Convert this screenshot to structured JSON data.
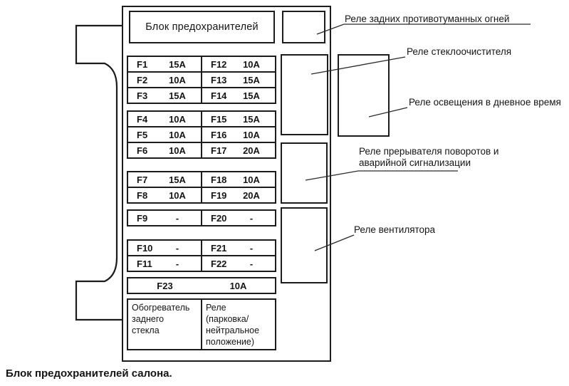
{
  "caption": "Блок предохранителей салона.",
  "fusebox": {
    "title": "Блок предохранителей",
    "rows": [
      {
        "left_fuse": "F1",
        "left_amp": "15A",
        "right_fuse": "F12",
        "right_amp": "10A"
      },
      {
        "left_fuse": "F2",
        "left_amp": "10A",
        "right_fuse": "F13",
        "right_amp": "15A"
      },
      {
        "left_fuse": "F3",
        "left_amp": "15A",
        "right_fuse": "F14",
        "right_amp": "15A"
      },
      {
        "left_fuse": "F4",
        "left_amp": "10A",
        "right_fuse": "F15",
        "right_amp": "15A"
      },
      {
        "left_fuse": "F5",
        "left_amp": "10A",
        "right_fuse": "F16",
        "right_amp": "10A"
      },
      {
        "left_fuse": "F6",
        "left_amp": "10A",
        "right_fuse": "F17",
        "right_amp": "20A"
      },
      {
        "left_fuse": "F7",
        "left_amp": "15A",
        "right_fuse": "F18",
        "right_amp": "10A"
      },
      {
        "left_fuse": "F8",
        "left_amp": "10A",
        "right_fuse": "F19",
        "right_amp": "20A"
      },
      {
        "left_fuse": "F9",
        "left_amp": "-",
        "right_fuse": "F20",
        "right_amp": "-"
      },
      {
        "left_fuse": "F10",
        "left_amp": "-",
        "right_fuse": "F21",
        "right_amp": "-"
      },
      {
        "left_fuse": "F11",
        "left_amp": "-",
        "right_fuse": "F22",
        "right_amp": "-"
      }
    ],
    "f23": {
      "fuse": "F23",
      "amp": "10A"
    },
    "heater_cell": "Обогреватель\nзаднего\nстекла",
    "park_neutral_cell": "Реле\n(парковка/\nнейтральное\nположение)"
  },
  "relays": {
    "rear_fog": "Реле задних противотуманных огней",
    "wiper": "Реле стеклоочистителя",
    "daytime": "Реле освещения в дневное время",
    "turn_hazard": "Реле прерывателя поворотов и\nаварийной сигнализации",
    "fan": "Реле вентилятора"
  }
}
